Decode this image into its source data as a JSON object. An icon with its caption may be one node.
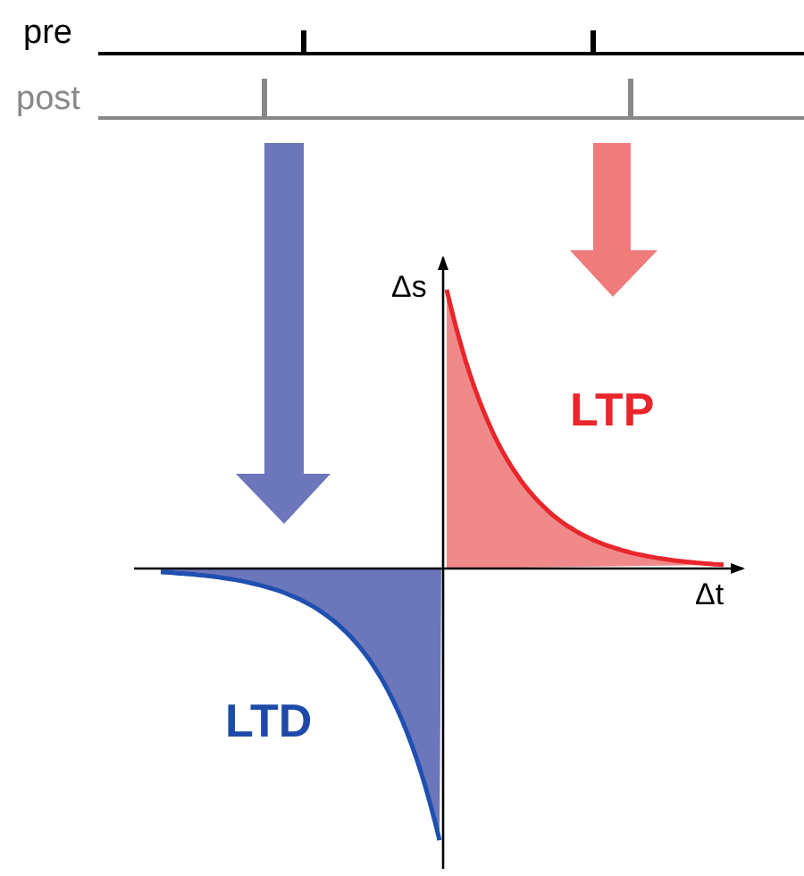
{
  "diagram": {
    "labels": [
      "pre",
      "post",
      "Δs",
      "Δt",
      "LTP",
      "LTD"
    ]
  }
}
